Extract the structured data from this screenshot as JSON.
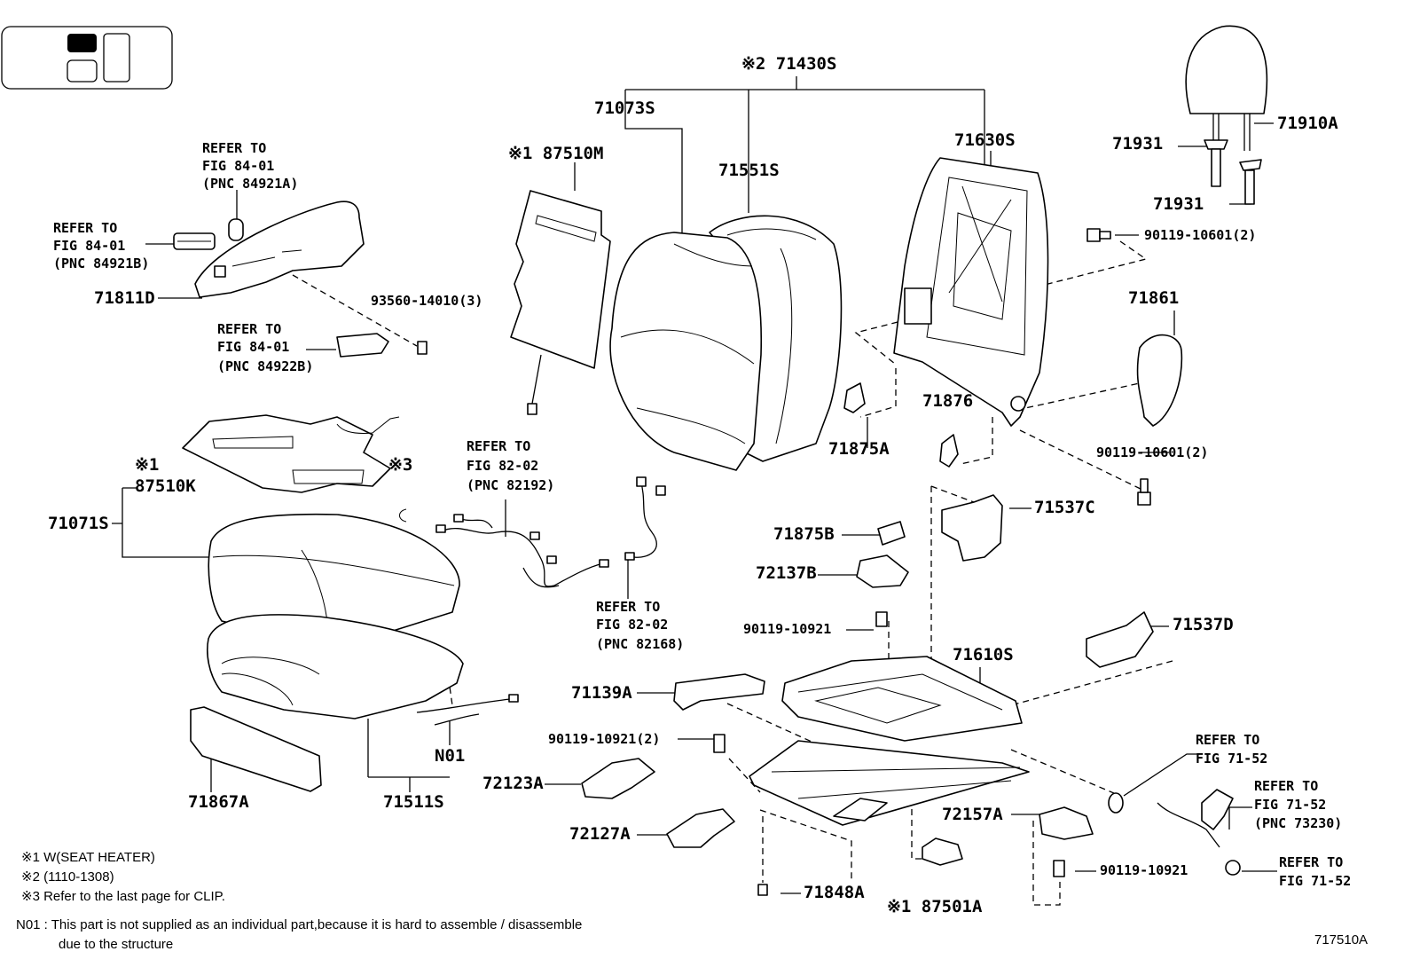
{
  "labels": {
    "p71430S": "※2 71430S",
    "p71073S": "71073S",
    "p87510M": "※1 87510M",
    "p71551S": "71551S",
    "p71630S": "71630S",
    "p71910A": "71910A",
    "p71931a": "71931",
    "p71931b": "71931",
    "p90119_10601_a": "90119-10601(2)",
    "p71861": "71861",
    "p90119_10601_b": "90119-10601(2)",
    "p71876": "71876",
    "p71875A": "71875A",
    "p71537C": "71537C",
    "p71875B": "71875B",
    "p72137B": "72137B",
    "p90119_10921_a": "90119-10921",
    "p71537D": "71537D",
    "p71610S": "71610S",
    "p71139A": "71139A",
    "p90119_10921_b": "90119-10921(2)",
    "p72123A": "72123A",
    "p72127A": "72127A",
    "p72157A": "72157A",
    "p90119_10921_c": "90119-10921",
    "p71848A": "71848A",
    "p87501A": "※1 87501A",
    "p71811D": "71811D",
    "p93560": "93560-14010(3)",
    "p87510K_mark": "※1",
    "p87510K": "87510K",
    "p71071S": "71071S",
    "p3mark": "※3",
    "p71867A": "71867A",
    "p71511S": "71511S",
    "pN01": "N01"
  },
  "refers": {
    "r1": [
      "REFER TO",
      "FIG 84-01",
      "(PNC 84921A)"
    ],
    "r2": [
      "REFER TO",
      "FIG 84-01",
      "(PNC 84921B)"
    ],
    "r3": [
      "REFER TO",
      "FIG 84-01",
      "(PNC 84922B)"
    ],
    "r4": [
      "REFER TO",
      "FIG 82-02",
      "(PNC 82192)"
    ],
    "r5": [
      "REFER TO",
      "FIG 82-02",
      "(PNC 82168)"
    ],
    "r6": [
      "REFER TO",
      "FIG 71-52"
    ],
    "r7": [
      "REFER TO",
      "FIG 71-52",
      "(PNC 73230)"
    ],
    "r8": [
      "REFER TO",
      "FIG 71-52"
    ]
  },
  "notes": {
    "n1": "※1  W(SEAT HEATER)",
    "n2": "※2 (1110-1308)",
    "n3": "※3  Refer to the last page for CLIP.",
    "n4a": "N01 : This part is not supplied as an individual part,because it is hard to assemble / disassemble",
    "n4b": "due to the structure"
  },
  "figure_id": "717510A"
}
